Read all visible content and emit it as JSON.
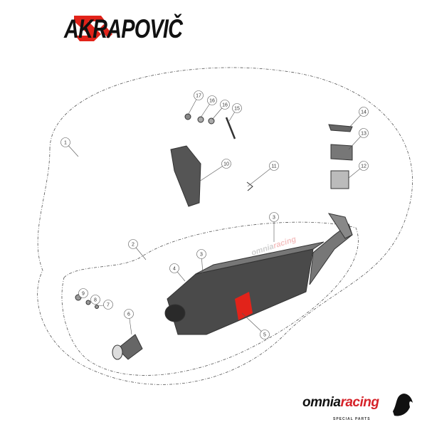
{
  "brand": {
    "name": "AKRAPOVIČ",
    "accent": "#e2231a"
  },
  "dealer": {
    "name_part1": "omnia",
    "name_part2": "racing",
    "tagline": "SPECIAL PARTS",
    "accent": "#d6232a"
  },
  "watermark": {
    "part1": "omnia",
    "part2": "racing"
  },
  "callouts": [
    "1",
    "2",
    "3",
    "3",
    "4",
    "5",
    "6",
    "7",
    "8",
    "9",
    "10",
    "11",
    "12",
    "13",
    "14",
    "15",
    "16",
    "16",
    "17"
  ]
}
